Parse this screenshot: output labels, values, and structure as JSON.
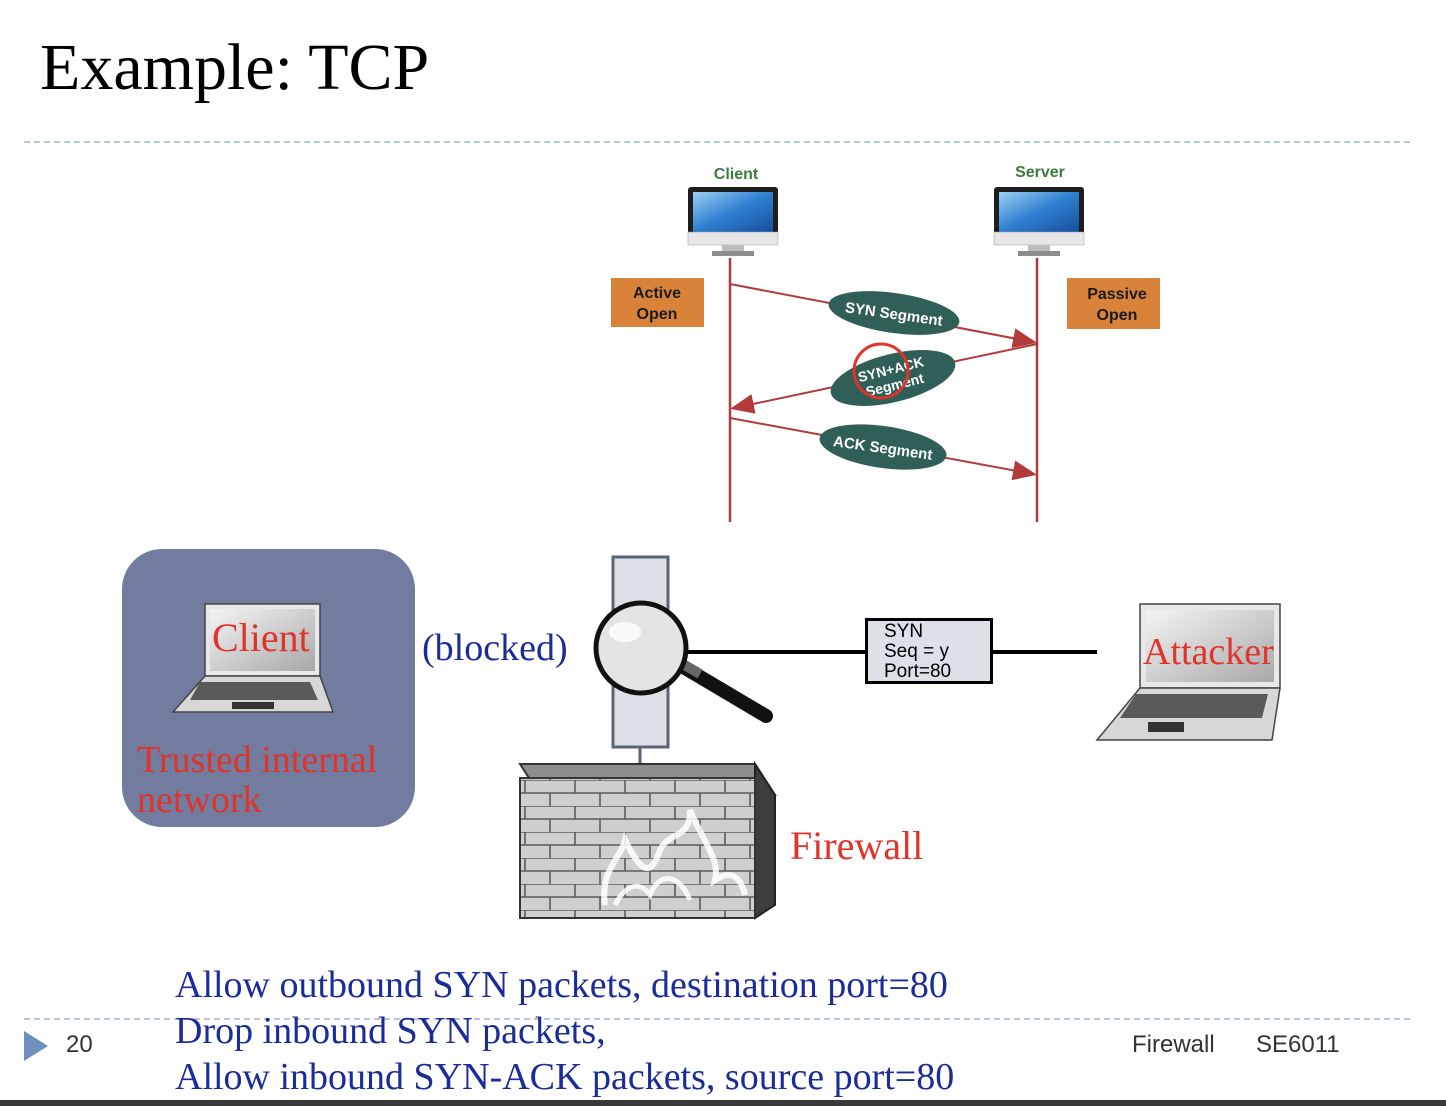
{
  "slide": {
    "title": "Example: TCP",
    "page_number": "20",
    "footer_topic": "Firewall",
    "footer_course": "SE6011"
  },
  "handshake": {
    "client_label": "Client",
    "server_label": "Server",
    "active_open": [
      "Active",
      "Open"
    ],
    "passive_open": [
      "Passive",
      "Open"
    ],
    "syn_segment": "SYN Segment",
    "synack_segment": [
      "SYN+ACK",
      "Segment"
    ],
    "ack_segment": "ACK Segment"
  },
  "network": {
    "client_label": "Client",
    "trusted_label": [
      "Trusted internal",
      "network"
    ],
    "blocked_label": "(blocked)",
    "firewall_label": "Firewall",
    "attacker_label": "Attacker",
    "packet_lines": [
      "SYN",
      "Seq = y",
      "Port=80"
    ]
  },
  "rules": [
    "Allow outbound SYN packets, destination port=80",
    "Drop inbound SYN packets,",
    "Allow inbound SYN-ACK packets, source port=80"
  ],
  "colors": {
    "accent_red": "#e0332a",
    "text_blue": "#1a2b9a",
    "orange_box": "#d9823a",
    "segment_green": "#2f5f56",
    "sequence_line": "#b23a3a",
    "trusted_box": "#717c9f"
  }
}
